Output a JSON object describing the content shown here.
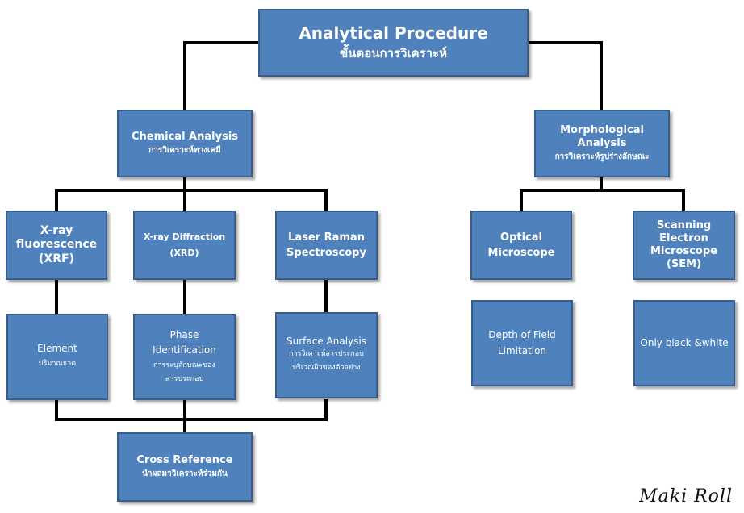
{
  "diagram": {
    "root": {
      "title": "Analytical Procedure",
      "subtitle": "ขั้นตอนการวิเคราะห์"
    },
    "chemical": {
      "title": "Chemical Analysis",
      "subtitle": "การวิเคราะห์ทางเคมี"
    },
    "morphological": {
      "title": "Morphological Analysis",
      "subtitle": "การวิเคราะห์รูปร่างลักษณะ"
    },
    "xrf": {
      "title": "X-ray fluorescence (XRF)"
    },
    "xrd": {
      "title": "X-ray Diffraction (XRD)"
    },
    "raman": {
      "title": "Laser Raman Spectroscopy"
    },
    "optical": {
      "title": "Optical Microscope"
    },
    "sem": {
      "title": "Scanning Electron Microscope (SEM)"
    },
    "element": {
      "title": "Element",
      "subtitle": "ปริมาณธาต"
    },
    "phase": {
      "title": "Phase Identification",
      "subtitle": "การระบุลักษณะของสารประกอบ"
    },
    "surface": {
      "title": "Surface Analysis",
      "subtitle": "การวิเคาะห์สารประกอบบริเวณผิวของตัวอย่าง"
    },
    "depth": {
      "title": "Depth of Field Limitation"
    },
    "blackwhite": {
      "title": "Only black &white"
    },
    "cross": {
      "title": "Cross Reference",
      "subtitle": "นำผลมาวิเคราะห์ร่วมกัน"
    }
  },
  "signature": "Maki Roll",
  "colors": {
    "box_fill": "#4f81bd",
    "box_border": "#385d8a",
    "connector": "#000000",
    "text": "#ffffff"
  }
}
